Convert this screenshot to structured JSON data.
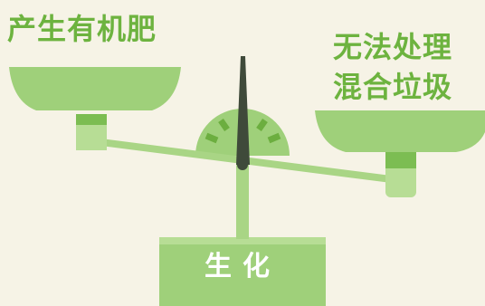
{
  "labels": {
    "left_pan": "产生有机肥",
    "right_pan_line1": "无法处理",
    "right_pan_line2": "混合垃圾",
    "base": "生化"
  },
  "colors": {
    "background": "#f6f3e6",
    "accent_green": "#6db33f",
    "pan_green": "#9fd07a",
    "pan_dark": "#7cbd52",
    "needle": "#3f4a3a"
  }
}
